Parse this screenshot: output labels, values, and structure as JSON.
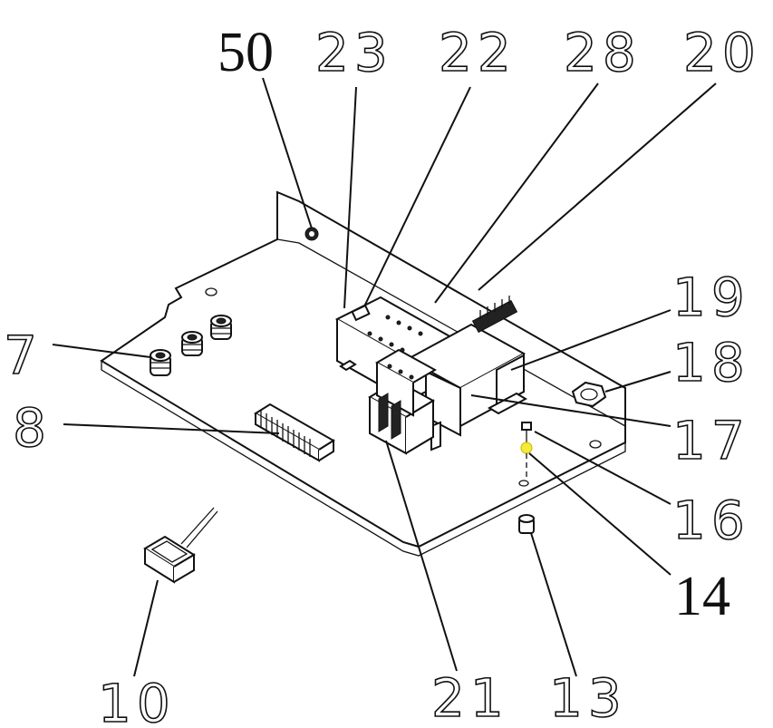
{
  "colors": {
    "ink": "#111111",
    "paper": "#ffffff",
    "highlight": "#f5e93a"
  },
  "callouts": [
    {
      "id": "50",
      "label": "50",
      "style": "solid"
    },
    {
      "id": "23",
      "label": "23",
      "style": "outline"
    },
    {
      "id": "22",
      "label": "22",
      "style": "outline"
    },
    {
      "id": "28",
      "label": "28",
      "style": "outline"
    },
    {
      "id": "20",
      "label": "20",
      "style": "outline"
    },
    {
      "id": "19",
      "label": "19",
      "style": "outline"
    },
    {
      "id": "18",
      "label": "18",
      "style": "outline"
    },
    {
      "id": "17",
      "label": "17",
      "style": "outline"
    },
    {
      "id": "16",
      "label": "16",
      "style": "outline"
    },
    {
      "id": "14",
      "label": "14",
      "style": "solid"
    },
    {
      "id": "13",
      "label": "13",
      "style": "outline"
    },
    {
      "id": "21",
      "label": "21",
      "style": "outline"
    },
    {
      "id": "10",
      "label": "10",
      "style": "outline"
    },
    {
      "id": "8",
      "label": "8",
      "style": "outline"
    },
    {
      "id": "7",
      "label": "7",
      "style": "outline"
    }
  ]
}
